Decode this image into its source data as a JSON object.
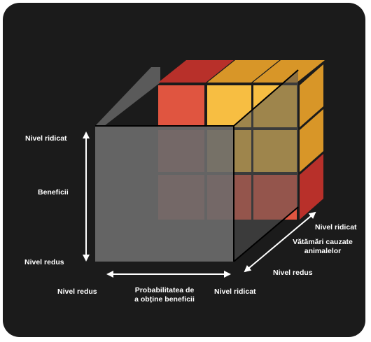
{
  "labels": {
    "benefit_high": "Nivel ridicat",
    "benefit_axis": "Beneficii",
    "benefit_low": "Nivel redus",
    "prob_low": "Nivel redus",
    "prob_axis_line1": "Probabilitatea de",
    "prob_axis_line2": "a obține beneficii",
    "prob_high": "Nivel ridicat",
    "harm_high": "Nivel ridicat",
    "harm_axis_line1": "Vătămări cauzate",
    "harm_axis_line2": "animalelor",
    "harm_low": "Nivel redus"
  },
  "colors": {
    "background": "#1b1b1b",
    "red": "#e05540",
    "yellow": "#f7be42",
    "dark_red": "#b8302a",
    "dark_yellow": "#d89628",
    "grey_face": "#6a6a6a",
    "grey_side": "#555555",
    "line": "#ffffff"
  }
}
